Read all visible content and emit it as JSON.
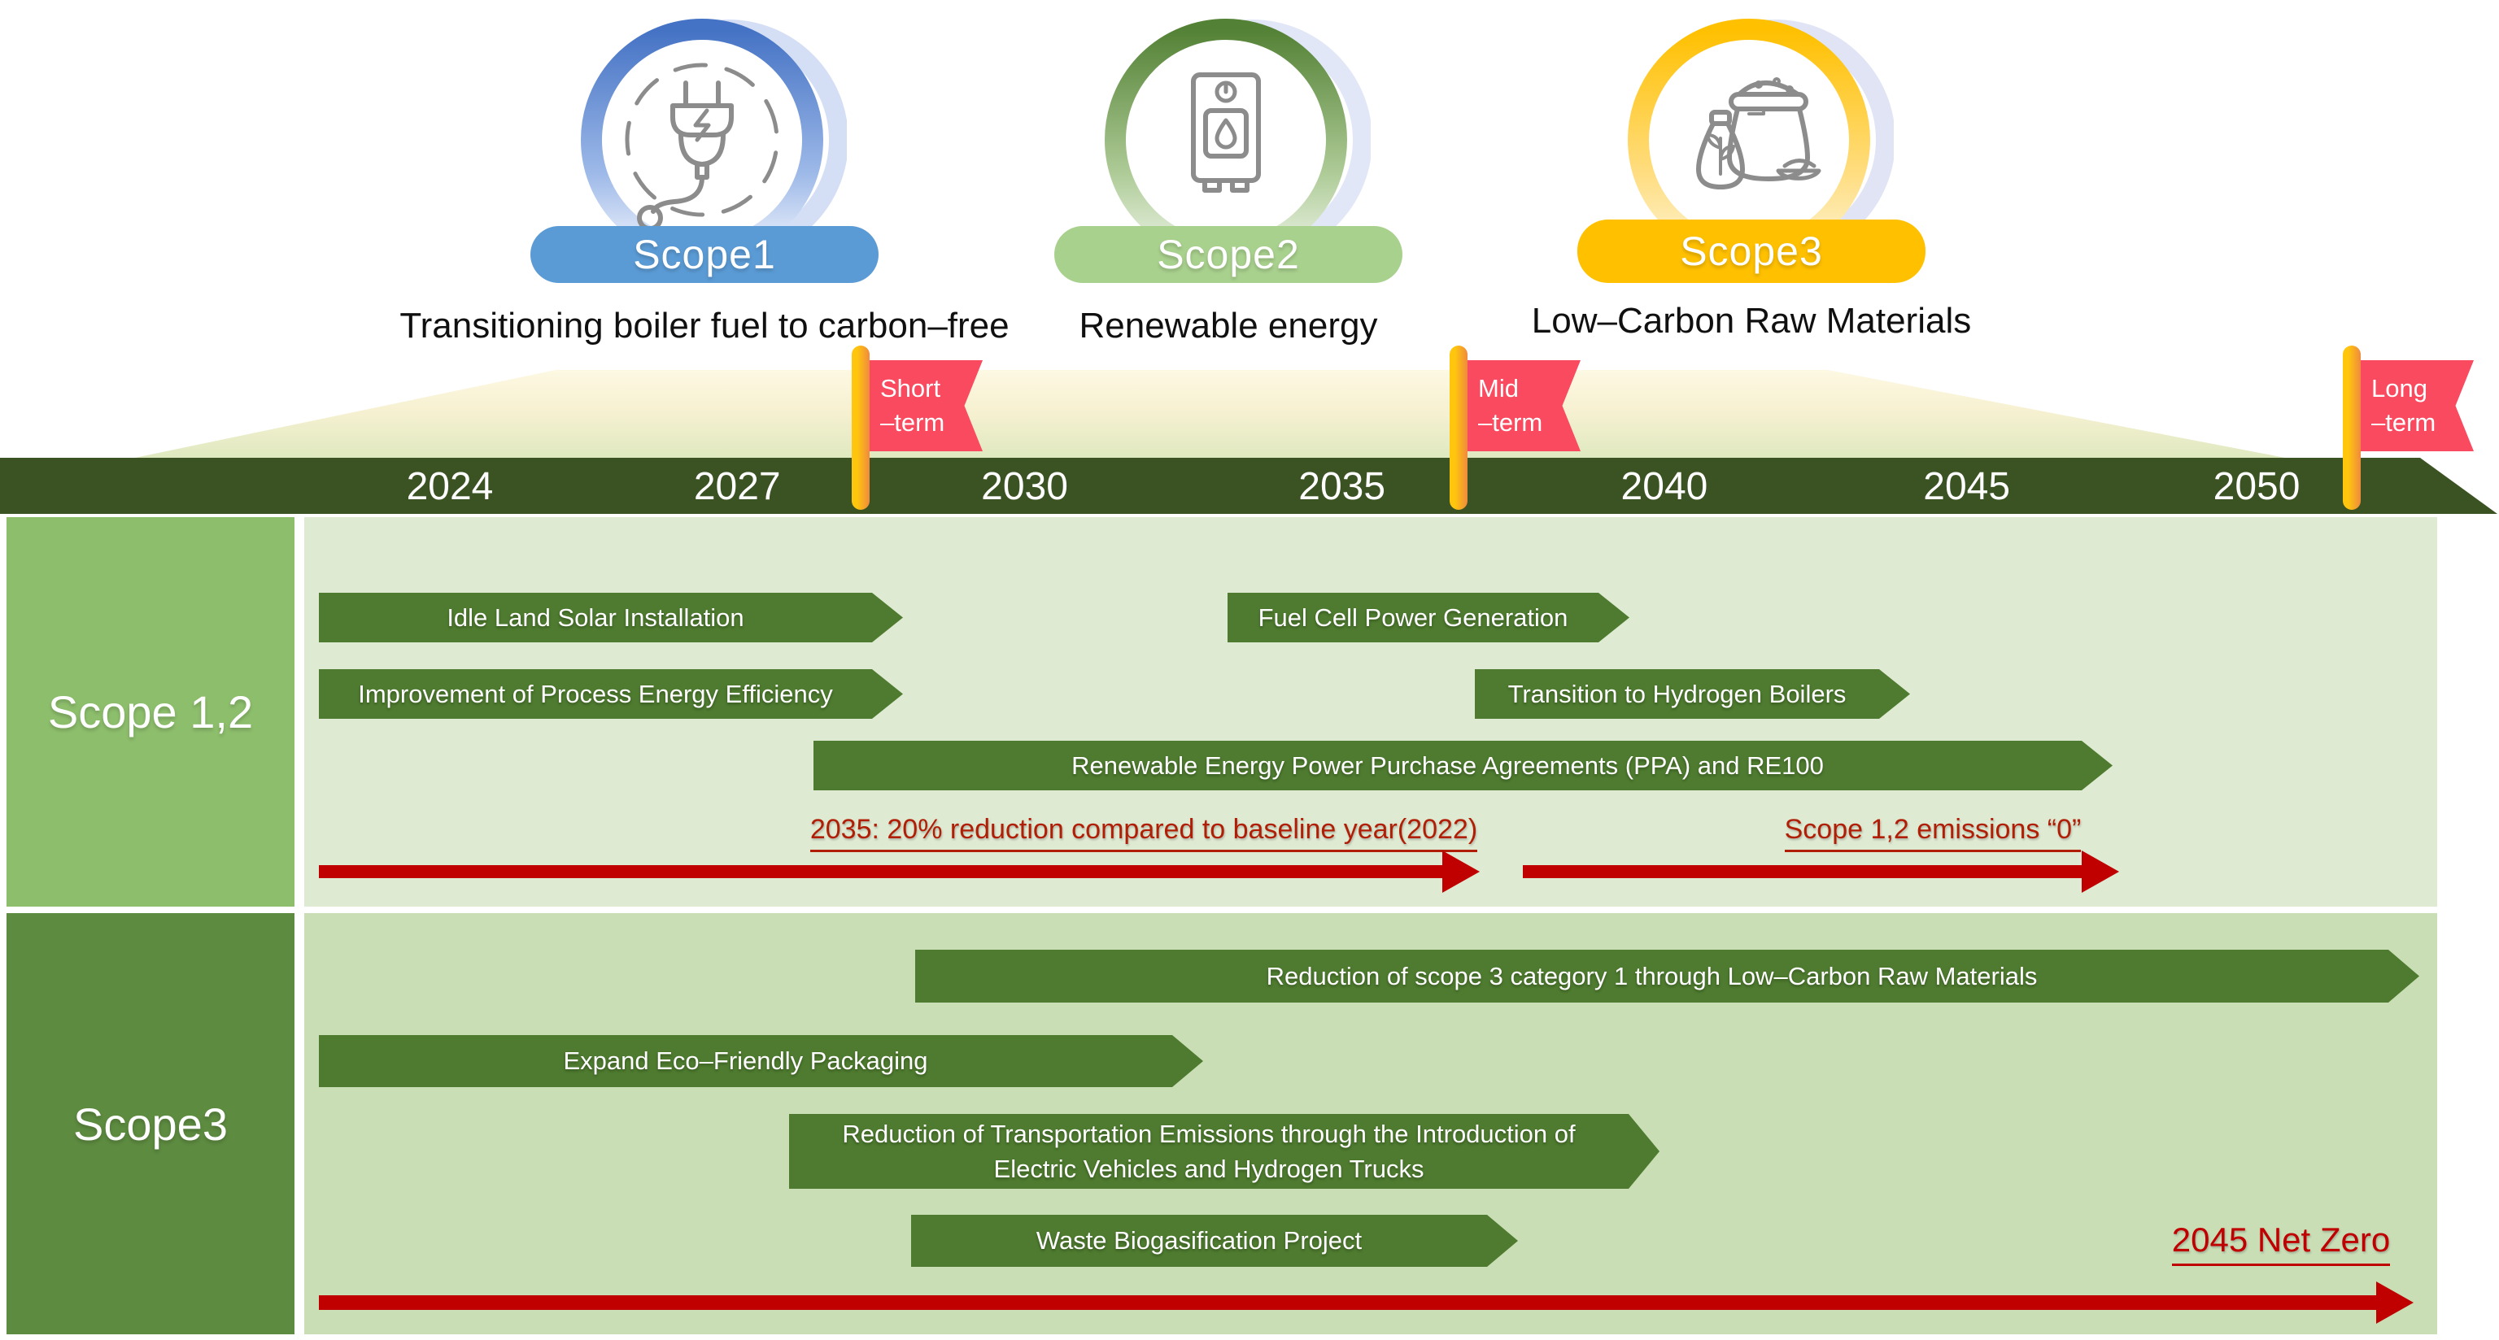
{
  "header": {
    "scopes": [
      {
        "badge": "Scope1",
        "subtitle": "Transitioning boiler fuel to carbon–free",
        "icon": "power-plug-icon",
        "badge_color": "#5b9bd5",
        "ring_color": "#4472c4"
      },
      {
        "badge": "Scope2",
        "subtitle": "Renewable energy",
        "icon": "boiler-icon",
        "badge_color": "#a9d18e",
        "ring_color": "#538135"
      },
      {
        "badge": "Scope3",
        "subtitle": "Low–Carbon Raw Materials",
        "icon": "raw-materials-icon",
        "badge_color": "#ffc000",
        "ring_color": "#f2b705"
      }
    ]
  },
  "timeline": {
    "years": [
      "2024",
      "2027",
      "2030",
      "2035",
      "2040",
      "2045",
      "2050"
    ],
    "flags": [
      {
        "line1": "Short",
        "line2": "–term"
      },
      {
        "line1": "Mid",
        "line2": "–term"
      },
      {
        "line1": "Long",
        "line2": "–term"
      }
    ],
    "bar_color": "#3b5323",
    "flag_color": "#fa4a5f",
    "pole_colors": [
      "#ffc60d",
      "#f08a3e"
    ]
  },
  "sections": [
    {
      "label": "Scope 1,2",
      "bars": [
        {
          "label": "Idle Land Solar Installation"
        },
        {
          "label": "Improvement of Process Energy Efficiency"
        },
        {
          "label": "Fuel Cell Power Generation"
        },
        {
          "label": "Transition to Hydrogen Boilers"
        },
        {
          "label": "Renewable Energy Power Purchase Agreements (PPA) and RE100"
        }
      ],
      "annotations": [
        {
          "text": "2035: 20% reduction compared to baseline year(2022)"
        },
        {
          "text": "Scope 1,2 emissions “0”"
        }
      ]
    },
    {
      "label": "Scope3",
      "bars": [
        {
          "label": "Reduction of scope 3 category 1 through Low–Carbon Raw Materials"
        },
        {
          "label": "Expand Eco–Friendly Packaging"
        },
        {
          "label_line1": "Reduction of Transportation Emissions through the Introduction of",
          "label_line2": "Electric Vehicles and Hydrogen Trucks"
        },
        {
          "label": "Waste Biogasification Project"
        }
      ],
      "annotations": [
        {
          "text": "2045 Net Zero"
        }
      ]
    }
  ],
  "colors": {
    "bar_green": "#4e7b2f",
    "sidebar_scope12": "#8dbe6c",
    "sidebar_scope3": "#5d8b40",
    "content_scope12": "#dfead2",
    "content_scope3": "#c9deb5",
    "timeline_bar": "#3b5323",
    "flag_pink": "#fa4a5f",
    "arrow_red": "#c00000",
    "annotation_red": "#b01e05"
  }
}
